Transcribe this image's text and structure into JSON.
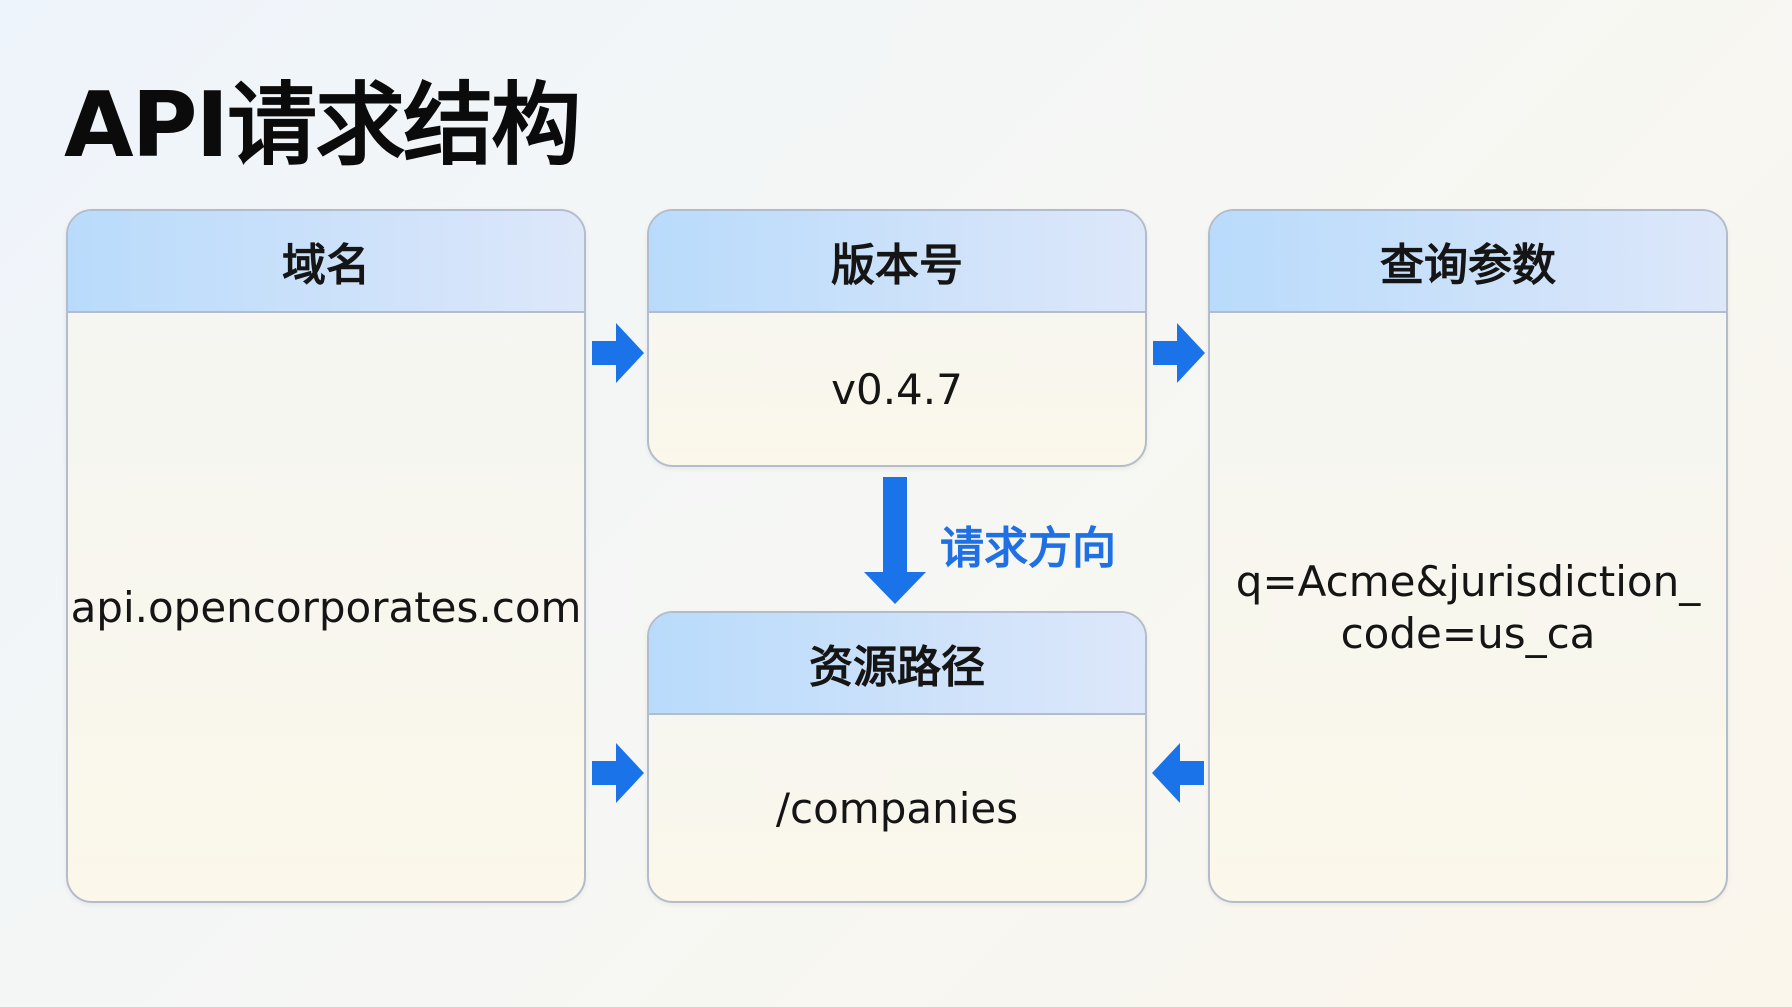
{
  "title": "API请求结构",
  "boxes": {
    "domain": {
      "header": "域名",
      "value": "api.opencorporates.com"
    },
    "version": {
      "header": "版本号",
      "value": "v0.4.7"
    },
    "query": {
      "header": "查询参数",
      "value_line1": "q=Acme&jurisdiction_",
      "value_line2": "code=us_ca"
    },
    "path": {
      "header": "资源路径",
      "value": "/companies"
    }
  },
  "direction_label": "请求方向",
  "colors": {
    "arrow": "#1a73e8",
    "header": "#b9dbfb",
    "label": "#1f6fe5"
  }
}
